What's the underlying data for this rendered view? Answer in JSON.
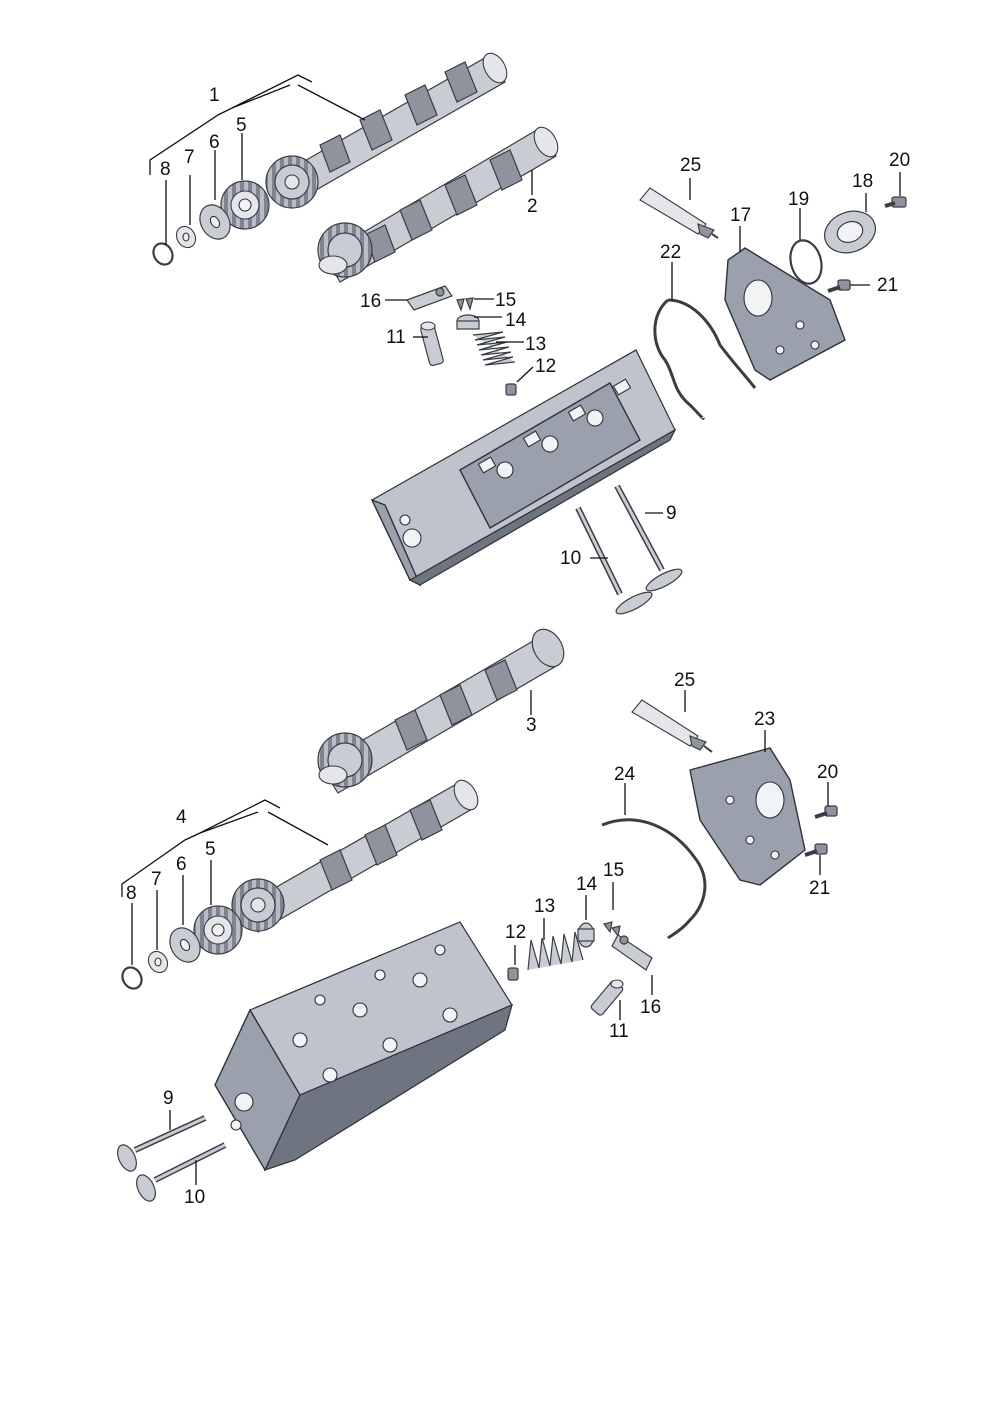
{
  "callouts": {
    "upper": {
      "c1": "1",
      "c2": "2",
      "c5": "5",
      "c6": "6",
      "c7": "7",
      "c8": "8",
      "c9": "9",
      "c10": "10",
      "c11": "11",
      "c12": "12",
      "c13": "13",
      "c14": "14",
      "c15": "15",
      "c16": "16",
      "c17": "17",
      "c18": "18",
      "c19": "19",
      "c20": "20",
      "c21": "21",
      "c22": "22",
      "c25": "25"
    },
    "lower": {
      "c3": "3",
      "c4": "4",
      "c5": "5",
      "c6": "6",
      "c7": "7",
      "c8": "8",
      "c9": "9",
      "c10": "10",
      "c11": "11",
      "c12": "12",
      "c13": "13",
      "c14": "14",
      "c15": "15",
      "c16": "16",
      "c20": "20",
      "c21": "21",
      "c23": "23",
      "c24": "24",
      "c25": "25"
    }
  },
  "colors": {
    "part_metal": "#c9ccd3",
    "part_casting": "#9aa0ac",
    "outline": "#2f323a",
    "label_text": "#111111"
  }
}
